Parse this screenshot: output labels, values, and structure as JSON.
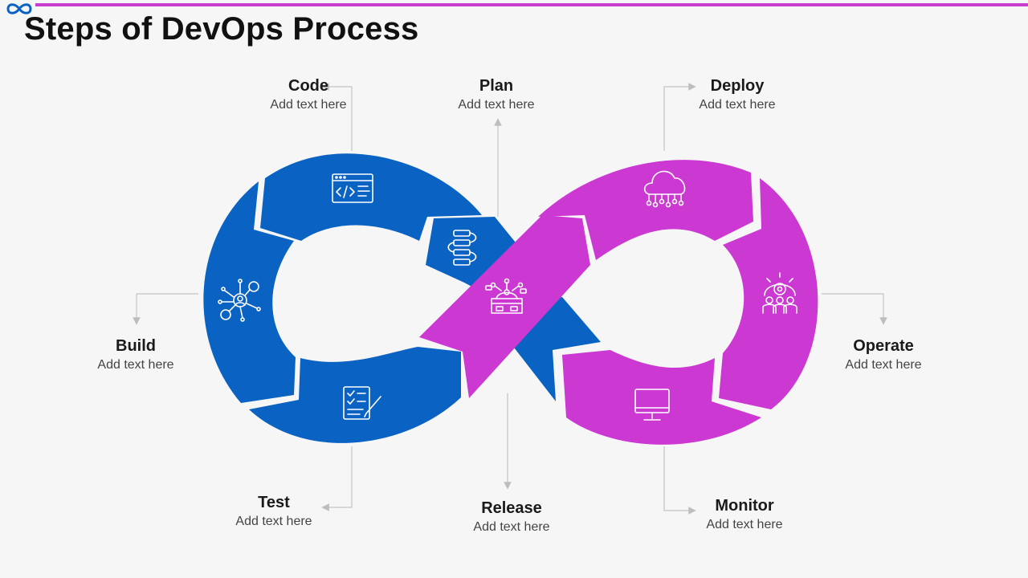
{
  "slide": {
    "title": "Steps of DevOps Process"
  },
  "colors": {
    "blue": "#0a63c2",
    "magenta": "#cc38d2",
    "accent_bar": "#c83dcf"
  },
  "steps": [
    {
      "id": "code",
      "title": "Code",
      "text": "Add text here",
      "icon": "code-window-icon"
    },
    {
      "id": "plan",
      "title": "Plan",
      "text": "Add text here",
      "icon": "flowchart-icon"
    },
    {
      "id": "deploy",
      "title": "Deploy",
      "text": "Add text here",
      "icon": "cloud-network-icon"
    },
    {
      "id": "build",
      "title": "Build",
      "text": "Add text here",
      "icon": "network-people-icon"
    },
    {
      "id": "operate",
      "title": "Operate",
      "text": "Add text here",
      "icon": "gear-team-icon"
    },
    {
      "id": "test",
      "title": "Test",
      "text": "Add text here",
      "icon": "checklist-icon"
    },
    {
      "id": "release",
      "title": "Release",
      "text": "Add text here",
      "icon": "release-box-icon"
    },
    {
      "id": "monitor",
      "title": "Monitor",
      "text": "Add text here",
      "icon": "monitor-icon"
    }
  ]
}
